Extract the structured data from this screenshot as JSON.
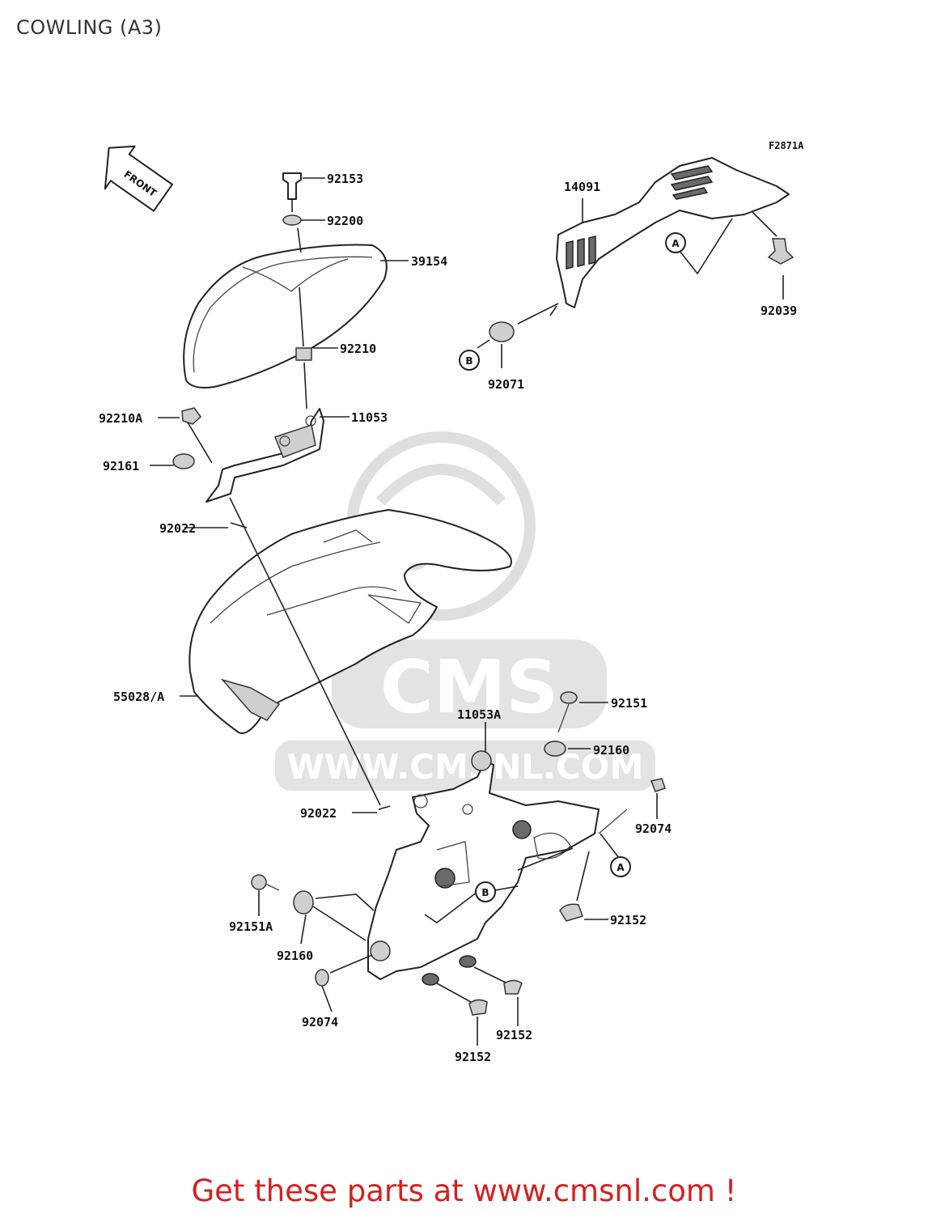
{
  "title": "COWLING (A3)",
  "ref_code": "F2871A",
  "front_label": "FRONT",
  "watermark": {
    "logo_text": "CMS",
    "site_text": "WWW.CMSNL.COM"
  },
  "callouts": {
    "a1": "A",
    "a2": "A",
    "b1": "B",
    "b2": "B"
  },
  "parts": {
    "p92153": "92153",
    "p92200": "92200",
    "p39154": "39154",
    "p92210": "92210",
    "p92210a": "92210A",
    "p11053": "11053",
    "p92161": "92161",
    "p92022_top": "92022",
    "p55028a": "55028/A",
    "p14091": "14091",
    "p92039": "92039",
    "p92071": "92071",
    "p92151": "92151",
    "p11053a": "11053A",
    "p92160_top": "92160",
    "p92022_bot": "92022",
    "p92074_right": "92074",
    "p92152_right": "92152",
    "p92151a": "92151A",
    "p92160_bot": "92160",
    "p92074_left": "92074",
    "p92152_mid": "92152",
    "p92152_bot": "92152"
  },
  "footer": "Get these parts at www.cmsnl.com !"
}
